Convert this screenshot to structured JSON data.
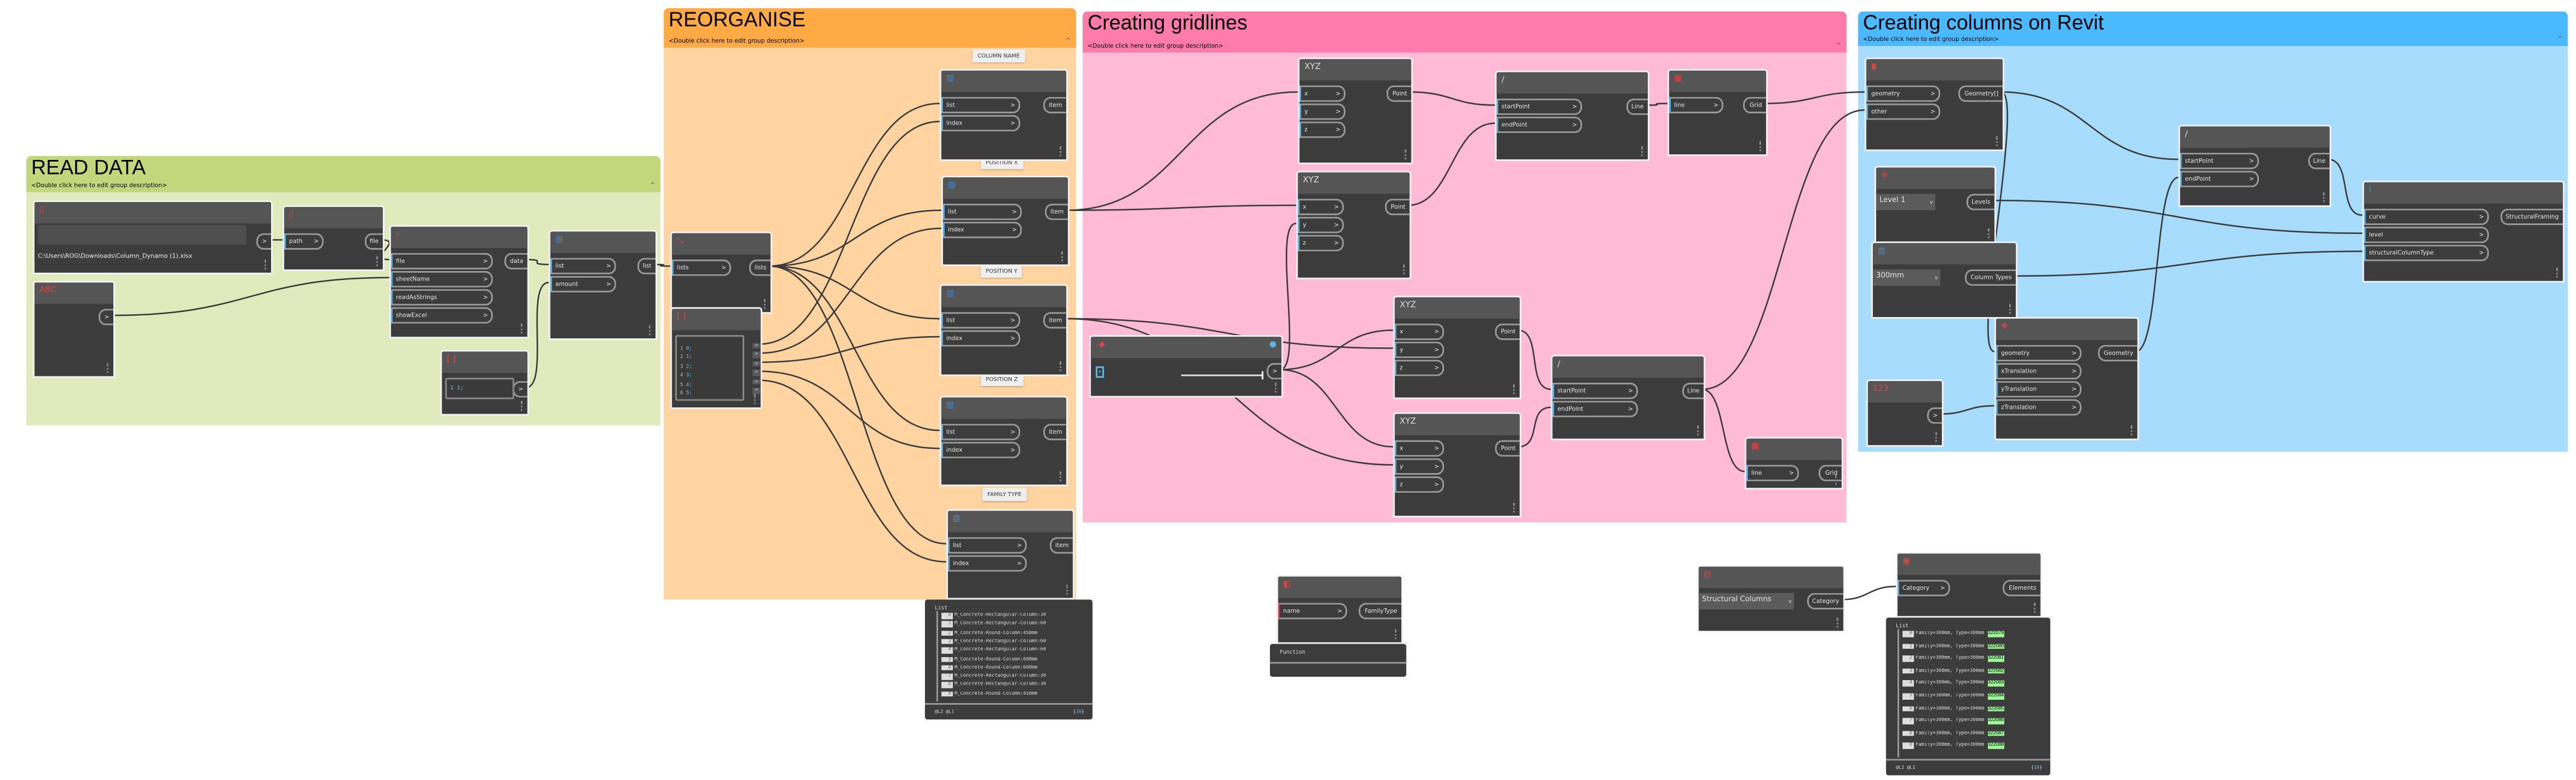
{
  "groups": [
    {
      "title": "READ DATA",
      "description": "<Double click here to edit group description>",
      "header_color": "#c2d77b",
      "body_color": "#e1eabd"
    },
    {
      "title": "REORGANISE",
      "description": "<Double click here to edit group description>",
      "header_color": "#ffaa45",
      "body_color": "#ffd4a1"
    },
    {
      "title": "Creating gridlines",
      "description": "<Double click here to edit group description>",
      "header_color": "#ff7ba9",
      "body_color": "#ffbbd6"
    },
    {
      "title": "Creating columns on Revit",
      "description": "<Double click here to edit group description>",
      "header_color": "#4bb9ff",
      "body_color": "#a7dcfc"
    }
  ],
  "collapse_glyph": "^",
  "notes": [
    "COLUMN NAME",
    "POSITION X",
    "POSITION Y",
    "POSITION Z",
    "FAMILY TYPE"
  ],
  "nodes": [
    {
      "id": "filepath",
      "icon": "file-icon",
      "glyph": "▯",
      "path": "C:\\Users\\ROG\\Downloads\\Column_Dynamo (1).xlsx",
      "inputs": [],
      "outputs": [
        ">"
      ]
    },
    {
      "id": "frompath",
      "icon": "file-from-path-icon",
      "glyph": "▯",
      "inputs": [
        "path"
      ],
      "outputs": [
        "file"
      ]
    },
    {
      "id": "excel",
      "icon": "excel-import-icon",
      "glyph": "⌕",
      "inputs": [
        "file",
        "sheetName",
        "readAsStrings",
        "showExcel"
      ],
      "outputs": [
        "data"
      ]
    },
    {
      "id": "string",
      "icon": "string-icon",
      "glyph": "ABC",
      "inputs": [],
      "outputs": [
        ">"
      ]
    },
    {
      "id": "code1",
      "icon": "code-block-icon",
      "glyph": "[ ]",
      "code": [
        {
          "n": "1",
          "v": "1;"
        }
      ],
      "inputs": [],
      "outputs": [
        ">"
      ]
    },
    {
      "id": "chop",
      "icon": "list-chop-icon",
      "glyph": "▥",
      "inputs": [
        "list",
        "amount"
      ],
      "outputs": [
        "list"
      ]
    },
    {
      "id": "transpose",
      "icon": "list-transpose-icon",
      "glyph": "⤡",
      "inputs": [
        "lists"
      ],
      "outputs": [
        "lists"
      ]
    },
    {
      "id": "code2",
      "icon": "code-block-icon",
      "glyph": "[ ]",
      "code": [
        {
          "n": "1",
          "v": "0;"
        },
        {
          "n": "2",
          "v": "1;"
        },
        {
          "n": "3",
          "v": "2;"
        },
        {
          "n": "4",
          "v": "3;"
        },
        {
          "n": "5",
          "v": "4;"
        },
        {
          "n": "6",
          "v": "5;"
        }
      ],
      "inputs": [],
      "outputs": [
        ">",
        ">",
        ">",
        ">",
        ">",
        ">"
      ]
    },
    {
      "id": "gi1",
      "icon": "get-item-at-index-icon",
      "glyph": "▥",
      "inputs": [
        "list",
        "index"
      ],
      "outputs": [
        "item"
      ]
    },
    {
      "id": "gi2",
      "icon": "get-item-at-index-icon",
      "glyph": "▥",
      "inputs": [
        "list",
        "index"
      ],
      "outputs": [
        "item"
      ]
    },
    {
      "id": "gi3",
      "icon": "get-item-at-index-icon",
      "glyph": "▥",
      "inputs": [
        "list",
        "index"
      ],
      "outputs": [
        "item"
      ]
    },
    {
      "id": "gi4",
      "icon": "get-item-at-index-icon",
      "glyph": "▥",
      "inputs": [
        "list",
        "index"
      ],
      "outputs": [
        "item"
      ]
    },
    {
      "id": "gi5",
      "icon": "get-item-at-index-icon",
      "glyph": "▥",
      "inputs": [
        "list",
        "index"
      ],
      "outputs": [
        "item"
      ]
    },
    {
      "id": "p1",
      "icon": "point-by-coordinates-icon",
      "glyph": "XYZ",
      "inputs": [
        "x",
        "y",
        "z"
      ],
      "outputs": [
        "Point"
      ]
    },
    {
      "id": "p2",
      "icon": "point-by-coordinates-icon",
      "glyph": "XYZ",
      "inputs": [
        "x",
        "y",
        "z"
      ],
      "outputs": [
        "Point"
      ]
    },
    {
      "id": "p3",
      "icon": "point-by-coordinates-icon",
      "glyph": "XYZ",
      "inputs": [
        "x",
        "y",
        "z"
      ],
      "outputs": [
        "Point"
      ]
    },
    {
      "id": "p4",
      "icon": "point-by-coordinates-icon",
      "glyph": "XYZ",
      "inputs": [
        "x",
        "y",
        "z"
      ],
      "outputs": [
        "Point"
      ]
    },
    {
      "id": "l1",
      "icon": "line-icon",
      "glyph": "∕",
      "inputs": [
        "startPoint",
        "endPoint"
      ],
      "outputs": [
        "Line"
      ]
    },
    {
      "id": "l2",
      "icon": "line-icon",
      "glyph": "∕",
      "inputs": [
        "startPoint",
        "endPoint"
      ],
      "outputs": [
        "Line"
      ]
    },
    {
      "id": "g1",
      "icon": "grid-icon",
      "glyph": "▦",
      "inputs": [
        "line"
      ],
      "outputs": [
        "Grid"
      ]
    },
    {
      "id": "g2",
      "icon": "grid-icon",
      "glyph": "▦",
      "inputs": [
        "line"
      ],
      "outputs": [
        "Grid"
      ]
    },
    {
      "id": "slider",
      "icon": "slider-icon",
      "glyph": "-◆",
      "slider_value_fraction": 1.0,
      "inputs": [],
      "outputs": [
        ">"
      ]
    },
    {
      "id": "intersect",
      "icon": "geometry-intersect-icon",
      "glyph": "⬮",
      "inputs": [
        "geometry",
        "other"
      ],
      "outputs": [
        "Geometry[]"
      ]
    },
    {
      "id": "levels",
      "icon": "levels-icon",
      "glyph": "⊕",
      "dropdown": "Level 1",
      "inputs": [],
      "outputs": [
        "Levels"
      ]
    },
    {
      "id": "coltypes",
      "icon": "column-types-icon",
      "glyph": "▥",
      "dropdown": "300mm",
      "inputs": [],
      "outputs": [
        "Column Types"
      ]
    },
    {
      "id": "translate",
      "icon": "translate-icon",
      "glyph": "✥",
      "inputs": [
        "geometry",
        "xTranslation",
        "yTranslation",
        "zTranslation"
      ],
      "outputs": [
        "Geometry"
      ]
    },
    {
      "id": "number",
      "icon": "number-icon",
      "glyph": "123",
      "inputs": [],
      "outputs": [
        ">"
      ]
    },
    {
      "id": "l3",
      "icon": "line-icon",
      "glyph": "∕",
      "inputs": [
        "startPoint",
        "endPoint"
      ],
      "outputs": [
        "Line"
      ]
    },
    {
      "id": "colbycurve",
      "icon": "structural-column-icon",
      "glyph": "Ⅰ",
      "inputs": [
        "curve",
        "level",
        "structuralColumnType"
      ],
      "outputs": [
        "StructuralFraming"
      ]
    },
    {
      "id": "familytype",
      "icon": "family-type-icon",
      "glyph": "◧",
      "inputs": [
        "name"
      ],
      "outputs": [
        "FamilyType"
      ]
    },
    {
      "id": "categories",
      "icon": "categories-icon",
      "glyph": "▤",
      "dropdown": "Structural Columns",
      "inputs": [],
      "outputs": [
        "Category"
      ]
    },
    {
      "id": "allelements",
      "icon": "all-elements-of-category-icon",
      "glyph": "▣",
      "inputs": [
        "Category"
      ],
      "outputs": [
        "Elements"
      ]
    }
  ],
  "previews": {
    "family_list": {
      "label": "List",
      "items": [
        "M_Concrete-Rectangular-Column:30",
        "M_Concrete-Rectangular-Column:60",
        "M_Concrete-Round-Column:450mm",
        "M_Concrete-Rectangular-Column:60",
        "M_Concrete-Rectangular-Column:60",
        "M_Concrete-Round-Column:600mm",
        "M_Concrete-Round-Column:600mm",
        "M_Concrete-Rectangular-Column:30",
        "M_Concrete-Rectangular-Column:30",
        "M_Concrete-Round-Column:450mm"
      ],
      "levels": "@L2 @L1",
      "count": "10"
    },
    "function": {
      "label": "Function"
    },
    "elements_list": {
      "label": "List",
      "items": [
        {
          "text": "Family=300mm, Type=300mm",
          "id": "322079"
        },
        {
          "text": "Family=300mm, Type=300mm",
          "id": "322080"
        },
        {
          "text": "Family=300mm, Type=300mm",
          "id": "322081"
        },
        {
          "text": "Family=300mm, Type=300mm",
          "id": "322082"
        },
        {
          "text": "Family=300mm, Type=300mm",
          "id": "322083"
        },
        {
          "text": "Family=300mm, Type=300mm",
          "id": "322084"
        },
        {
          "text": "Family=300mm, Type=300mm",
          "id": "322085"
        },
        {
          "text": "Family=300mm, Type=300mm",
          "id": "322086"
        },
        {
          "text": "Family=300mm, Type=300mm",
          "id": "322087"
        },
        {
          "text": "Family=300mm, Type=300mm",
          "id": "322088"
        }
      ],
      "levels": "@L2 @L1",
      "count": "10"
    }
  }
}
